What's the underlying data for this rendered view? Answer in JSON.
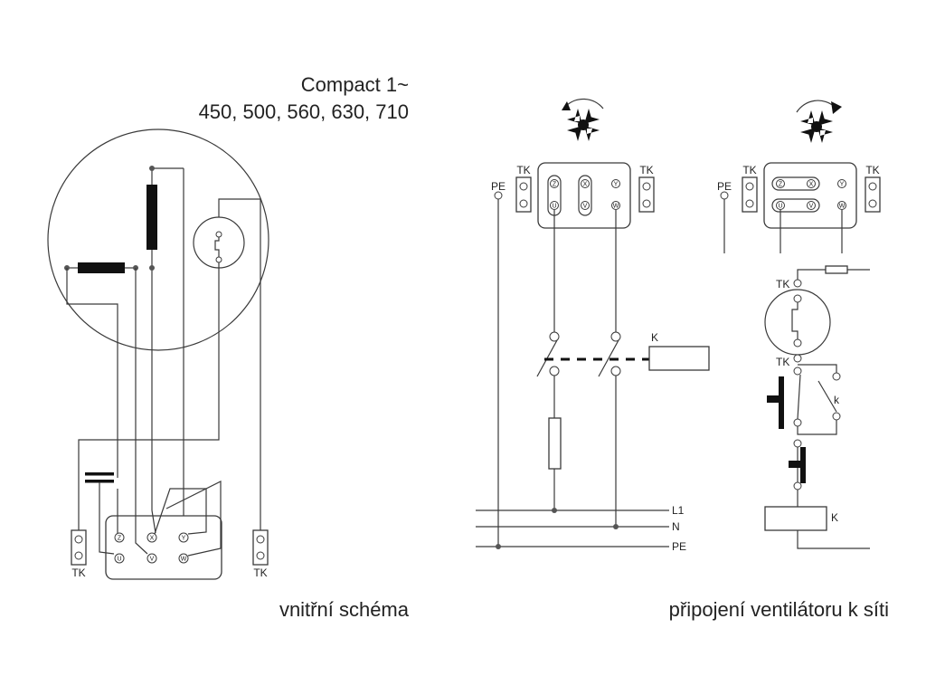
{
  "title": {
    "model": "Compact 1~",
    "sizes": "450, 500, 560, 630, 710"
  },
  "captions": {
    "left": "vnitřní schéma",
    "right": "připojení ventilátoru k síti"
  },
  "labels": {
    "tk": "TK",
    "pe": "PE",
    "k": "K",
    "k_small": "k",
    "l1": "L1",
    "n": "N"
  },
  "terminals": {
    "z": "Z",
    "x": "X",
    "y": "Y",
    "u": "U",
    "v": "V",
    "w": "W"
  }
}
